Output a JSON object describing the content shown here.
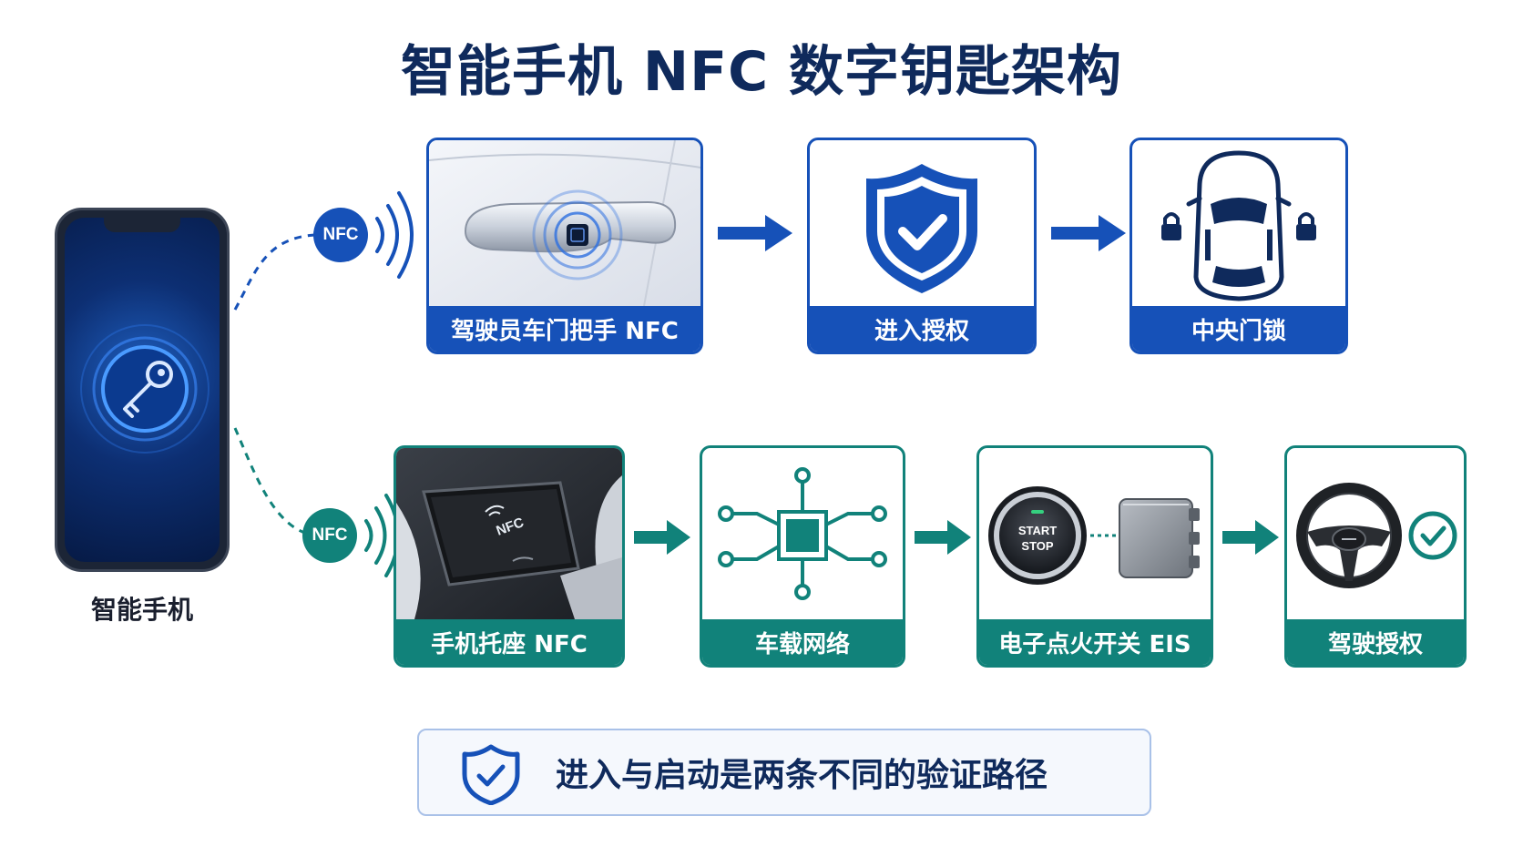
{
  "title": "智能手机 NFC 数字钥匙架构",
  "phone": {
    "label": "智能手机",
    "icon": "key-icon"
  },
  "nfc_badge_text": "NFC",
  "colors": {
    "blue": "#1651b8",
    "teal": "#11827a",
    "navy": "#0f2a5c",
    "banner_border": "#a9c1e8"
  },
  "entry_path": [
    {
      "label": "驾驶员车门把手 NFC",
      "icon": "door-handle-nfc-icon"
    },
    {
      "label": "进入授权",
      "icon": "shield-check-icon"
    },
    {
      "label": "中央门锁",
      "icon": "car-lock-icon"
    }
  ],
  "start_path": [
    {
      "label": "手机托座 NFC",
      "icon": "phone-cradle-nfc-icon",
      "pad_text": "NFC"
    },
    {
      "label": "车载网络",
      "icon": "network-chip-icon"
    },
    {
      "label": "电子点火开关 EIS",
      "icon": "start-stop-button-icon",
      "button_text_1": "START",
      "button_text_2": "STOP"
    },
    {
      "label": "驾驶授权",
      "icon": "steering-wheel-check-icon"
    }
  ],
  "banner": {
    "text": "进入与启动是两条不同的验证路径",
    "icon": "shield-check-icon"
  }
}
